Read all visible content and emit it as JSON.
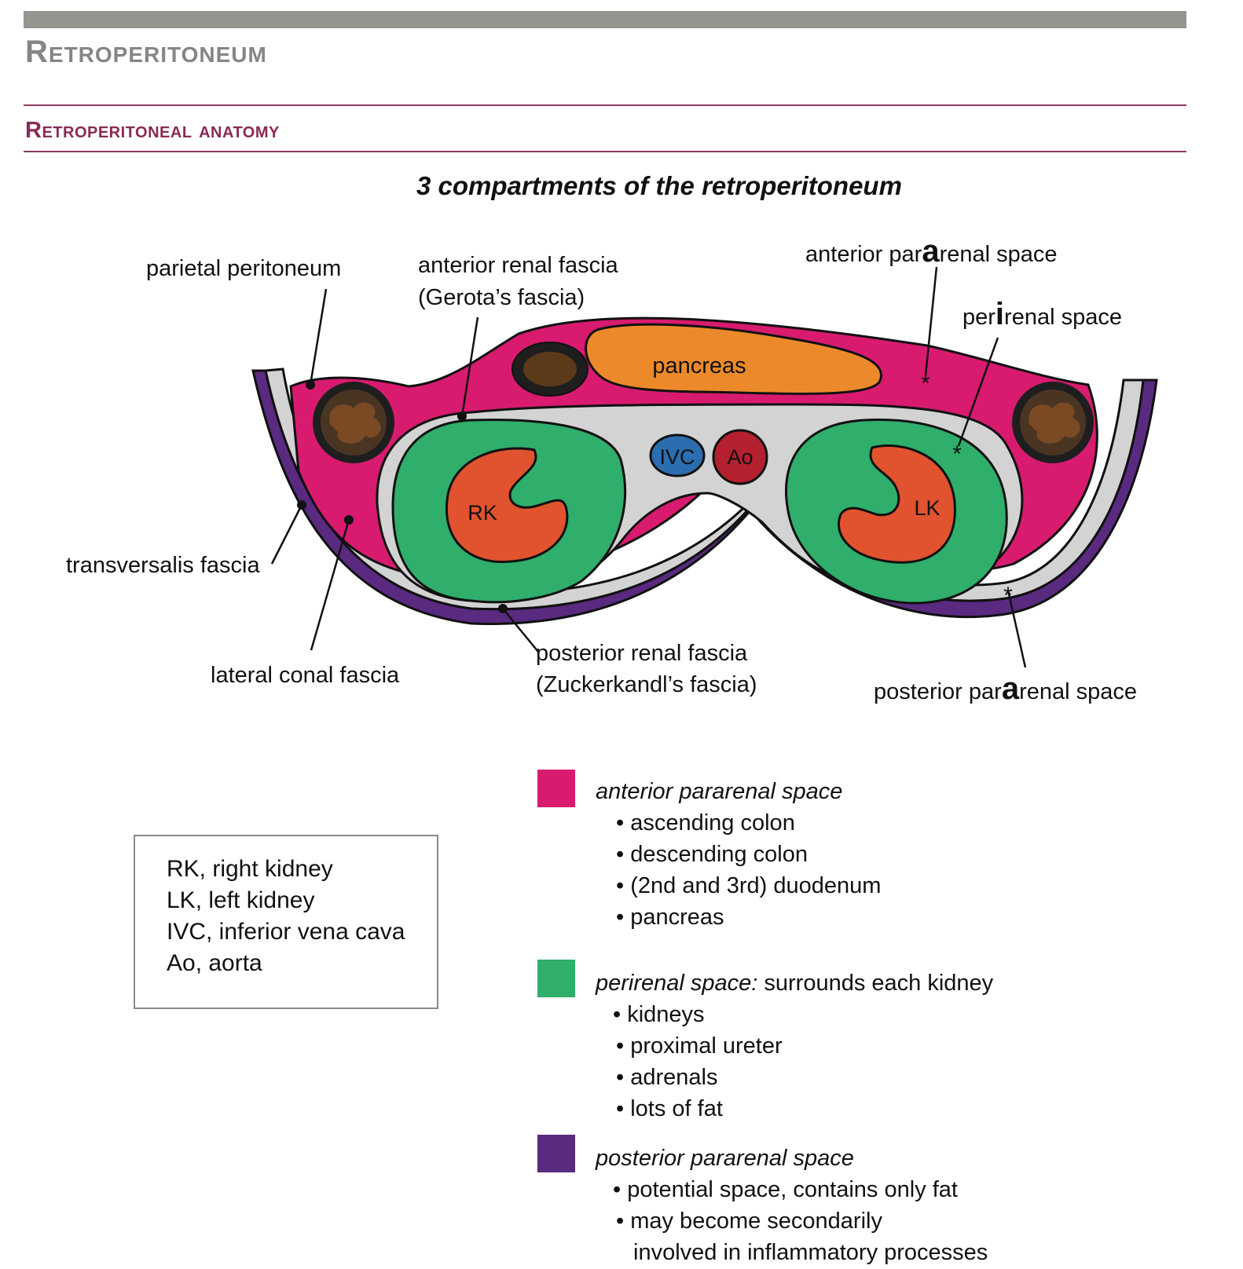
{
  "header": {
    "title": "Retroperitoneum",
    "section": "Retroperitoneal anatomy",
    "subtitle": "3 compartments of the retroperitoneum"
  },
  "diagram": {
    "organs": {
      "pancreas": "pancreas",
      "ivc": "IVC",
      "ao": "Ao",
      "rk": "RK",
      "lk": "LK"
    },
    "labels": {
      "parietal_peritoneum": "parietal peritoneum",
      "anterior_renal_fascia": "anterior renal fascia",
      "anterior_renal_fascia_alt": "(Gerota’s fascia)",
      "anterior_pararenal": {
        "pre": "anterior par",
        "emph": "a",
        "post": "renal space"
      },
      "perirenal": {
        "pre": "per",
        "emph": "i",
        "post": "renal space"
      },
      "transversalis_fascia": "transversalis fascia",
      "lateral_conal_fascia": "lateral conal fascia",
      "posterior_renal_fascia": "posterior renal fascia",
      "posterior_renal_fascia_alt": "(Zuckerkandl’s fascia)",
      "posterior_pararenal": {
        "pre": "posterior par",
        "emph": "a",
        "post": "renal space"
      }
    },
    "colors": {
      "anterior_pararenal": "#d81b6f",
      "perirenal": "#2fae6c",
      "posterior_pararenal": "#5a2a80",
      "kidney": "#e0532e",
      "pancreas": "#ec8a2b",
      "ivc": "#2c6db0",
      "ao": "#b5202e",
      "fascia_gray": "#d3d3d3"
    }
  },
  "abbreviations": [
    "RK, right kidney",
    "LK, left kidney",
    "IVC, inferior vena cava",
    "Ao, aorta"
  ],
  "legend": [
    {
      "color": "#d81b6f",
      "title": "anterior pararenal space",
      "suffix": "",
      "items": [
        "ascending colon",
        "descending colon",
        "(2nd and 3rd) duodenum",
        "pancreas"
      ]
    },
    {
      "color": "#2fae6c",
      "title": "perirenal space:",
      "suffix": " surrounds each kidney",
      "items": [
        "kidneys",
        "proximal ureter",
        "adrenals",
        "lots of fat"
      ]
    },
    {
      "color": "#5a2a80",
      "title": "posterior pararenal space",
      "suffix": "",
      "items": [
        "potential space, contains only fat",
        "may become secondarily",
        "involved in inflammatory processes"
      ]
    }
  ]
}
